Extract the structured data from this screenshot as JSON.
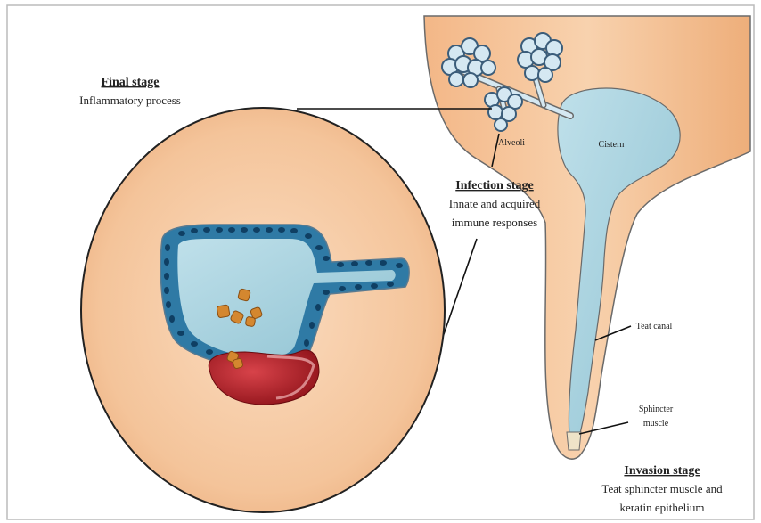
{
  "diagram": {
    "labels": {
      "final_stage": {
        "title": "Final stage",
        "desc": "Inflammatory process"
      },
      "infection_stage": {
        "title": "Infection stage",
        "desc_line1": "Innate and acquired",
        "desc_line2": "immune responses"
      },
      "invasion_stage": {
        "title": "Invasion stage",
        "desc_line1": "Teat sphincter muscle and",
        "desc_line2": "keratin epithelium"
      },
      "alveoli": "Alveoli",
      "cistern": "Cistern",
      "teat_canal": "Teat canal",
      "sphincter_line1": "Sphincter",
      "sphincter_line2": "muscle"
    },
    "colors": {
      "udder_fill": "#f6c7a0",
      "inner_blue": "#c8dff0",
      "outline": "#5a5a5a",
      "cell_blue": "#3d7fa6",
      "cell_nucleus": "#0f3f63",
      "muscle_red": "#c2272d",
      "bacteria": "#d4872f"
    },
    "icons": [
      "magnified-alveolus",
      "bacteria-cluster",
      "udder-cross-section"
    ]
  }
}
